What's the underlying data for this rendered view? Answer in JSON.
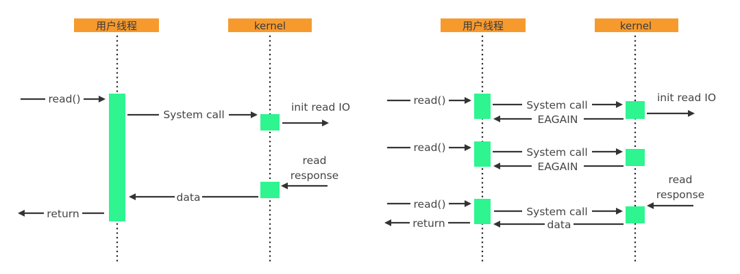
{
  "diagrams": [
    {
      "name": "blocking-io",
      "participants": {
        "user": "用户线程",
        "kernel": "kernel"
      },
      "messages": {
        "read": "read()",
        "syscall": "System call",
        "init": "init read IO",
        "resp1": "read",
        "resp2": "response",
        "data": "data",
        "ret": "return"
      }
    },
    {
      "name": "non-blocking-io",
      "participants": {
        "user": "用户线程",
        "kernel": "kernel"
      },
      "messages": {
        "read": "read()",
        "syscall": "System call",
        "eagain": "EAGAIN",
        "init": "init read IO",
        "resp1": "read",
        "resp2": "response",
        "data": "data",
        "ret": "return"
      }
    }
  ],
  "colors": {
    "header": "#f79a2e",
    "activation": "#2ef58f",
    "arrow": "#333333"
  }
}
